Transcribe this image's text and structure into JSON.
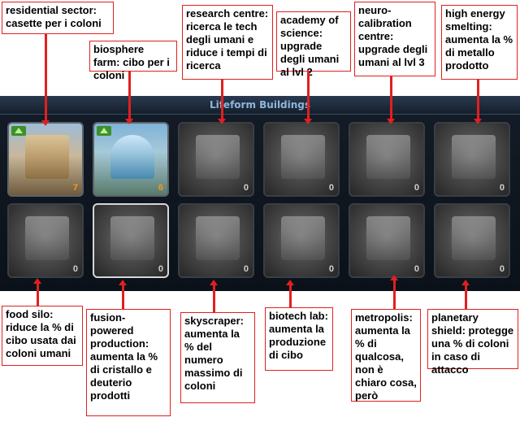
{
  "panel": {
    "title": "Lifeform Buildings"
  },
  "buildings": [
    {
      "level": "7",
      "note": "residential sector: casette per i coloni",
      "active": true
    },
    {
      "level": "6",
      "note": "biosphere farm: cibo per i coloni",
      "active": true
    },
    {
      "level": "0",
      "note": "research centre: ricerca le tech degli umani e riduce i tempi di ricerca",
      "active": false
    },
    {
      "level": "0",
      "note": "academy of science: upgrade degli umani al lvl 2",
      "active": false
    },
    {
      "level": "0",
      "note": "neuro-calibration centre: upgrade degli umani al lvl 3",
      "active": false
    },
    {
      "level": "0",
      "note": "high energy smelting: aumenta la % di metallo prodotto",
      "active": false
    },
    {
      "level": "0",
      "note": "food silo: riduce la % di cibo usata dai coloni umani",
      "active": false
    },
    {
      "level": "0",
      "note": "fusion-powered production: aumenta la % di cristallo e deuterio prodotti",
      "active": false
    },
    {
      "level": "0",
      "note": "skyscraper: aumenta la % del numero massimo di coloni",
      "active": false
    },
    {
      "level": "0",
      "note": "biotech lab: aumenta la produzione di cibo",
      "active": false
    },
    {
      "level": "0",
      "note": "metropolis: aumenta la % di qualcosa, non è chiaro cosa, però",
      "active": false
    },
    {
      "level": "0",
      "note": "planetary shield: protegge una % di coloni in caso di attacco",
      "active": false
    }
  ],
  "colors": {
    "annotation": "#e02020",
    "level_active": "#f29a1c",
    "title": "#8fb6dc"
  }
}
